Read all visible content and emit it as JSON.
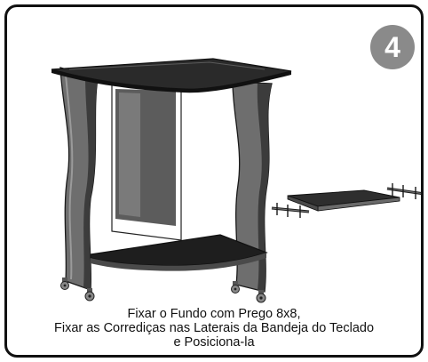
{
  "step": {
    "number": "4"
  },
  "caption": {
    "line1": "Fixar o Fundo com Prego 8x8,",
    "line2": "Fixar as Corrediças nas Laterais da Bandeja do Teclado",
    "line3": "e Posiciona-la"
  },
  "colors": {
    "border": "#111111",
    "badge": "#8a8a8a",
    "panel_gray": "#6e6e6e",
    "top_dark": "#2a2a2a"
  },
  "icons": {
    "desk": "computer-desk-frame",
    "tray": "keyboard-tray",
    "slides": "drawer-slide-rails"
  }
}
